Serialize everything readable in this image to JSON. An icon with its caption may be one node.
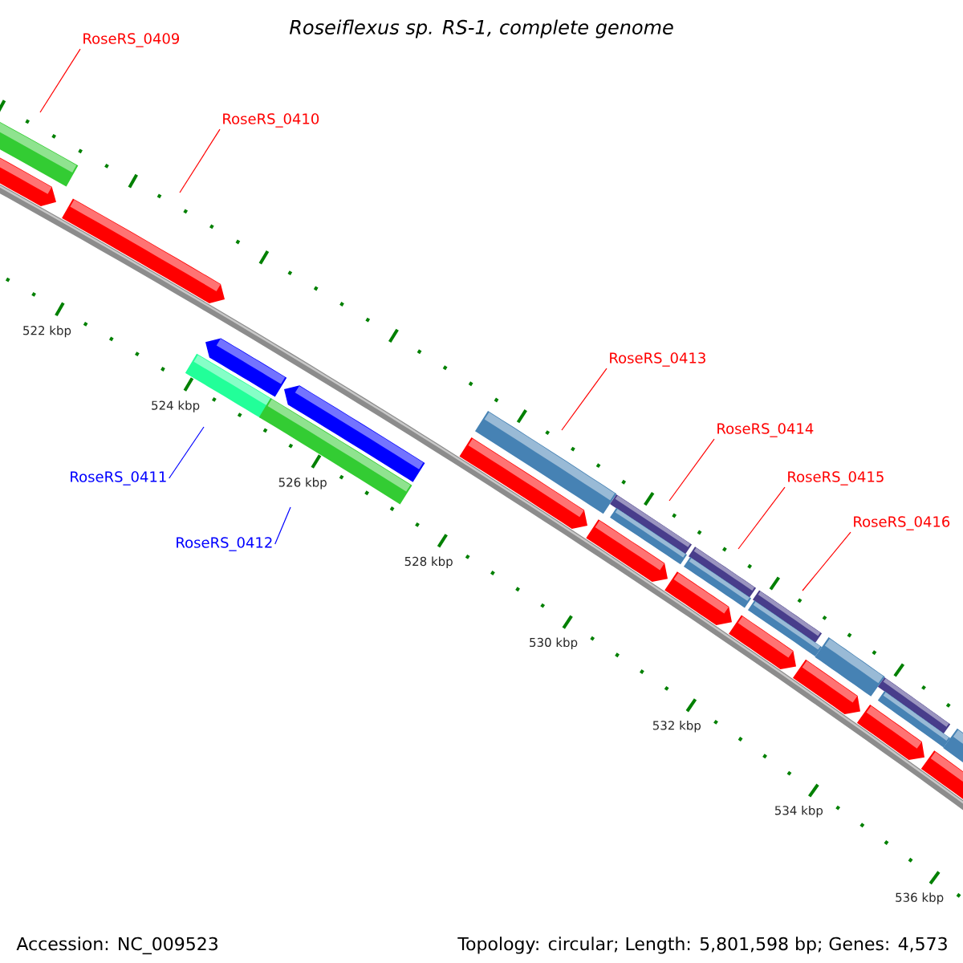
{
  "diagram": {
    "title": "Roseiflexus sp. RS-1, complete genome",
    "nodes": [
      {
        "text": [
          "RoseRS_0409"
        ]
      },
      {
        "text": [
          "RoseRS_0410"
        ]
      },
      {
        "text": [
          "RoseRS_0411"
        ]
      },
      {
        "text": [
          "RoseRS_0412"
        ]
      },
      {
        "text": [
          "RoseRS_0413"
        ]
      },
      {
        "text": [
          "RoseRS_0414"
        ]
      },
      {
        "text": [
          "RoseRS_0415"
        ]
      },
      {
        "text": [
          "RoseRS_0416"
        ]
      }
    ],
    "edges": [
      {
        "from": 0,
        "to": null,
        "arrow": "none"
      },
      {
        "from": 1,
        "to": null,
        "arrow": "none"
      },
      {
        "from": 2,
        "to": null,
        "arrow": "none",
        "color": "#0000ff"
      },
      {
        "from": 3,
        "to": null,
        "arrow": "none",
        "color": "#0000ff"
      },
      {
        "from": 4,
        "to": null,
        "arrow": "none"
      },
      {
        "from": 5,
        "to": null,
        "arrow": "none"
      },
      {
        "from": 6,
        "to": null,
        "arrow": "none"
      },
      {
        "from": 7,
        "to": null,
        "arrow": "none"
      }
    ],
    "labels": [
      "522 kbp",
      "524 kbp",
      "526 kbp",
      "528 kbp",
      "530 kbp",
      "532 kbp",
      "534 kbp",
      "536 kbp",
      "Accession: NC_009523",
      "Topology: circular; Length: 5,801,598 bp; Genes: 4,573"
    ]
  }
}
